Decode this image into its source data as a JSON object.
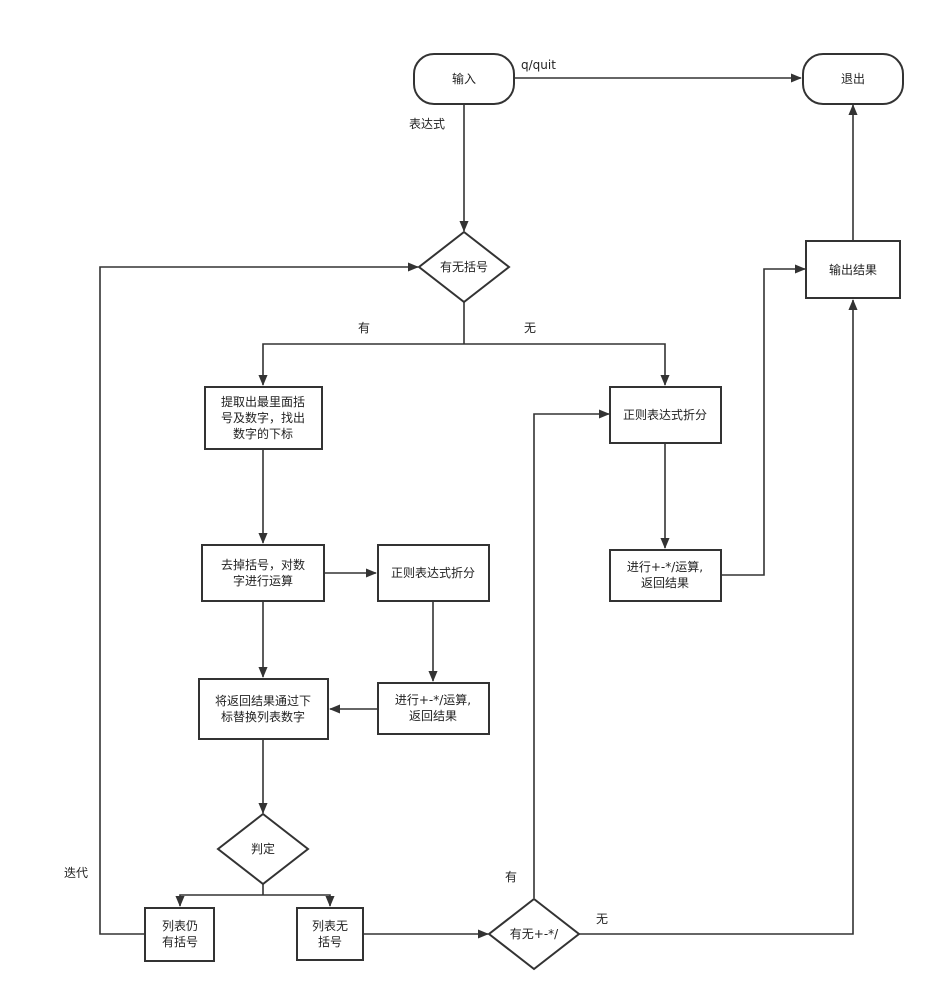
{
  "nodes": {
    "input": {
      "lines": [
        "输入"
      ]
    },
    "exit": {
      "lines": [
        "退出"
      ]
    },
    "has_brackets": {
      "lines": [
        "有无括号"
      ]
    },
    "extract": {
      "lines": [
        "提取出最里面括",
        "号及数字，找出",
        "数字的下标"
      ]
    },
    "remove_brackets": {
      "lines": [
        "去掉括号，对数",
        "字进行运算"
      ]
    },
    "regex_split_left": {
      "lines": [
        "正则表达式折分"
      ]
    },
    "compute_left": {
      "lines": [
        "进行+-*/运算,",
        "返回结果"
      ]
    },
    "replace": {
      "lines": [
        "将返回结果通过下",
        "标替换列表数字"
      ]
    },
    "judge": {
      "lines": [
        "判定"
      ]
    },
    "still_brackets": {
      "lines": [
        "列表仍",
        "有括号"
      ]
    },
    "no_brackets": {
      "lines": [
        "列表无",
        "括号"
      ]
    },
    "has_ops": {
      "lines": [
        "有无+-*/"
      ]
    },
    "regex_split_right": {
      "lines": [
        "正则表达式折分"
      ]
    },
    "compute_right": {
      "lines": [
        "进行+-*/运算,",
        "返回结果"
      ]
    },
    "output_result": {
      "lines": [
        "输出结果"
      ]
    }
  },
  "edge_labels": {
    "quit": "q/quit",
    "expression": "表达式",
    "yes_brackets": "有",
    "no_brackets": "无",
    "iterate": "迭代",
    "yes_ops": "有",
    "no_ops": "无"
  }
}
